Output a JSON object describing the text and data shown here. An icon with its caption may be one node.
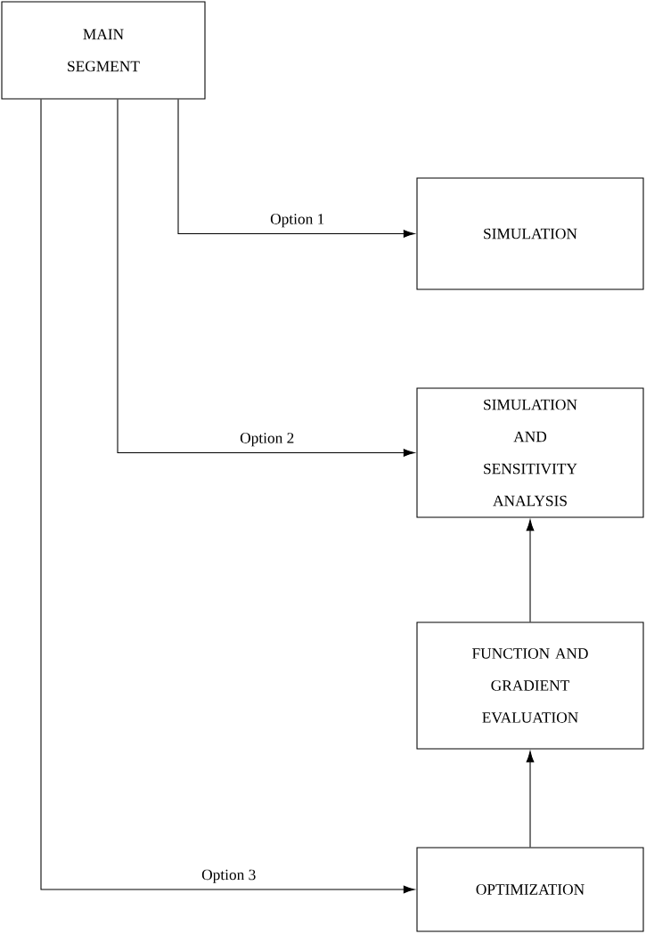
{
  "diagram": {
    "nodes": [
      {
        "text": [
          "MAIN SEGMENT"
        ]
      },
      {
        "text": [
          "SIMULATION"
        ]
      },
      {
        "text": [
          "SIMULATION AND SENSITIVITY ANALYSIS"
        ]
      },
      {
        "text": [
          "FUNCTION AND GRADIENT EVALUATION"
        ]
      },
      {
        "text": [
          "OPTIMIZATION"
        ]
      }
    ],
    "edges": [
      {
        "from": 0,
        "to": 1,
        "arrow": "to",
        "label": "Option 1"
      },
      {
        "from": 0,
        "to": 2,
        "arrow": "to",
        "label": "Option 2"
      },
      {
        "from": 0,
        "to": 4,
        "arrow": "to",
        "label": "Option 3"
      },
      {
        "from": 3,
        "to": 2,
        "arrow": "to"
      },
      {
        "from": 4,
        "to": 3,
        "arrow": "to"
      }
    ]
  }
}
